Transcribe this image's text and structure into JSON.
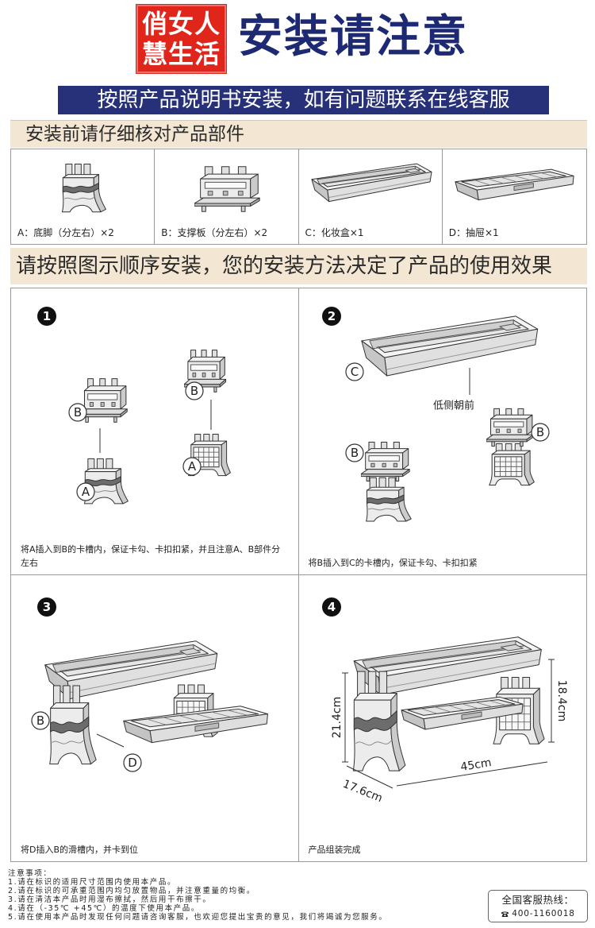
{
  "colors": {
    "logo_red": "#e0251b",
    "navy": "#27317a",
    "beige": "#f3e6d2",
    "ink": "#1d2a73"
  },
  "header": {
    "logo_line1": "俏女人",
    "logo_line2": "慧生活",
    "title": "安装请注意"
  },
  "banner": {
    "text": "按照产品说明书安装，如有问题联系在线客服"
  },
  "parts_section": {
    "title": "安装前请仔细核对产品部件",
    "parts": [
      {
        "label": "A：底脚（分左右）×2"
      },
      {
        "label": "B：支撑板（分左右）×2"
      },
      {
        "label": "C：化妆盒×1"
      },
      {
        "label": "D：抽屉×1"
      }
    ]
  },
  "steps_section": {
    "title": "请按照图示顺序安装，您的安装方法决定了产品的使用效果",
    "steps": [
      {
        "number": "1",
        "labels": [
          "B",
          "A",
          "B",
          "A"
        ],
        "caption": "将A插入到B的卡槽内，保证卡勾、卡扣扣紧，并且注意A、B部件分左右"
      },
      {
        "number": "2",
        "labels": [
          "C",
          "B",
          "B"
        ],
        "note": "低侧朝前",
        "caption": "将B插入到C的卡槽内，保证卡勾、卡扣扣紧"
      },
      {
        "number": "3",
        "labels": [
          "B",
          "D"
        ],
        "caption": "将D插入B的滑槽内，并卡到位"
      },
      {
        "number": "4",
        "dimensions": {
          "front_height": "21.4cm",
          "back_height": "18.4cm",
          "length": "45cm",
          "depth": "17.6cm"
        },
        "caption": "产品组装完成"
      }
    ]
  },
  "notes": {
    "title": "注意事项：",
    "items": [
      "1.请在标识的适用尺寸范围内使用本产品。",
      "2.请在标识的可承重范围内均匀放置物品，并注意重量的均衡。",
      "3.请在清洁本产品时用湿布擦拭，然后用干布擦干。",
      "4.请在（-35℃ +45℃）的温度下使用本产品。",
      "5.请在使用本产品时发现任何问题请咨询客服，也欢迎您提出宝贵的意见，我们将竭诚为您服务。"
    ]
  },
  "hotline": {
    "icon": "phone-icon",
    "label": "全国客服热线：",
    "number": "400-1160018"
  }
}
